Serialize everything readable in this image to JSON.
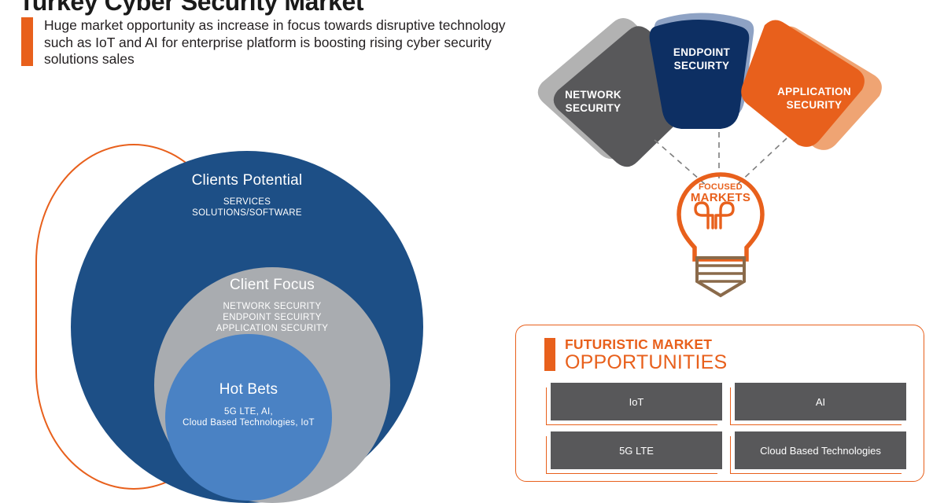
{
  "header": {
    "title": "Turkey Cyber Security Market",
    "subtitle": "Huge market opportunity as increase in focus towards disruptive technology such as IoT and AI for enterprise platform is boosting rising cyber security solutions sales",
    "accent_color": "#e8601c"
  },
  "circles": {
    "outer": {
      "title": "Clients Potential",
      "sub": "SERVICES\nSOLUTIONS/SOFTWARE",
      "color": "#1d4f86"
    },
    "middle": {
      "title": "Client Focus",
      "sub": "NETWORK SECURITY\nENDPOINT SECUIRTY\nAPPLICATION SECURITY",
      "color": "#a9acb0"
    },
    "inner": {
      "title": "Hot Bets",
      "sub": "5G LTE, AI,\nCloud Based Technologies, IoT",
      "color": "#4a82c4"
    },
    "arc_color": "#e8601c"
  },
  "shields": {
    "items": [
      {
        "label": "NETWORK\nSECURITY",
        "color": "#58585a",
        "shadow": "#b2b2b2"
      },
      {
        "label": "ENDPOINT\nSECUIRTY",
        "color": "#0d2f63",
        "shadow": "#8ea2c4"
      },
      {
        "label": "APPLICATION\nSECURITY",
        "color": "#e8601c",
        "shadow": "#efa473"
      }
    ],
    "bulb": {
      "line1": "FOCUSED",
      "line2": "MARKETS",
      "glass_color": "#e8601c",
      "base_color": "#8a6a4a"
    },
    "connector_color": "#7d7d7d"
  },
  "panel": {
    "title_line1": "FUTURISTIC MARKET",
    "title_line2": "OPPORTUNITIES",
    "border_color": "#e8601c",
    "box_color": "#58585a",
    "items": [
      {
        "label": "IoT"
      },
      {
        "label": "AI"
      },
      {
        "label": "5G LTE"
      },
      {
        "label": "Cloud Based Technologies"
      }
    ]
  }
}
